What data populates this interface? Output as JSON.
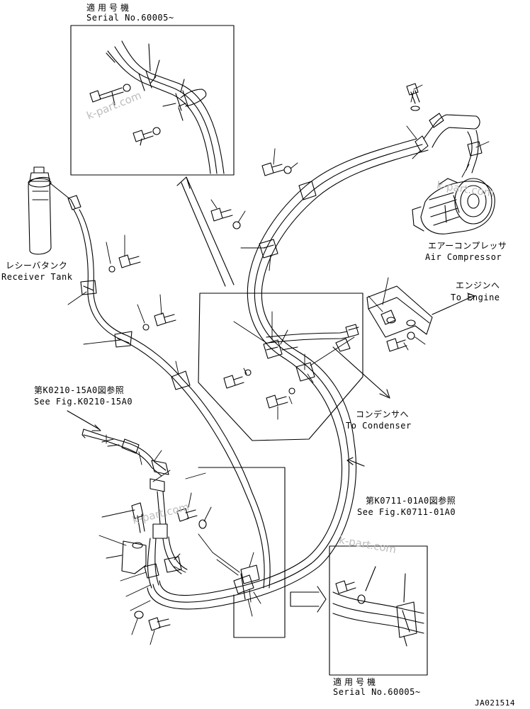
{
  "labels": {
    "top_applicable": "適用号機",
    "top_serial": "Serial No.60005~",
    "receiver_jp": "レシーバタンク",
    "receiver_en": "Receiver Tank",
    "compressor_jp": "エアーコンプレッサ",
    "compressor_en": "Air Compressor",
    "engine_jp": "エンジンへ",
    "engine_en": "To Engine",
    "condenser_jp": "コンデンサへ",
    "condenser_en": "To Condenser",
    "fig1_jp": "第K0210-15A0図参照",
    "fig1_en": "See Fig.K0210-15A0",
    "fig2_jp": "第K0711-01A0図参照",
    "fig2_en": "See Fig.K0711-01A0",
    "bottom_applicable": "適用号機",
    "bottom_serial": "Serial No.60005~",
    "drawing_no": "JA021514"
  },
  "watermark": "k-part.com"
}
